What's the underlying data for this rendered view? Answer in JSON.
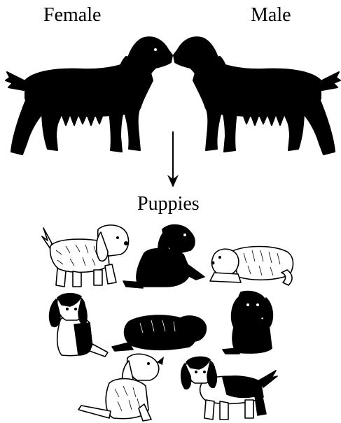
{
  "labels": {
    "female": "Female",
    "male": "Male",
    "offspring": "Puppies"
  },
  "parents": [
    {
      "sex": "female",
      "coat": "solid-black",
      "facing": "right"
    },
    {
      "sex": "male",
      "coat": "solid-black",
      "facing": "left"
    }
  ],
  "puppies": [
    {
      "coat": "white",
      "pose": "standing"
    },
    {
      "coat": "black",
      "pose": "sitting"
    },
    {
      "coat": "white",
      "pose": "lying"
    },
    {
      "coat": "black-and-white",
      "pose": "sitting"
    },
    {
      "coat": "black",
      "pose": "lying"
    },
    {
      "coat": "black",
      "pose": "sitting"
    },
    {
      "coat": "white",
      "pose": "sitting"
    },
    {
      "coat": "black-and-white",
      "pose": "standing"
    }
  ],
  "colors": {
    "ink": "#000000",
    "background": "#ffffff",
    "light_coat": "#ffffff"
  }
}
